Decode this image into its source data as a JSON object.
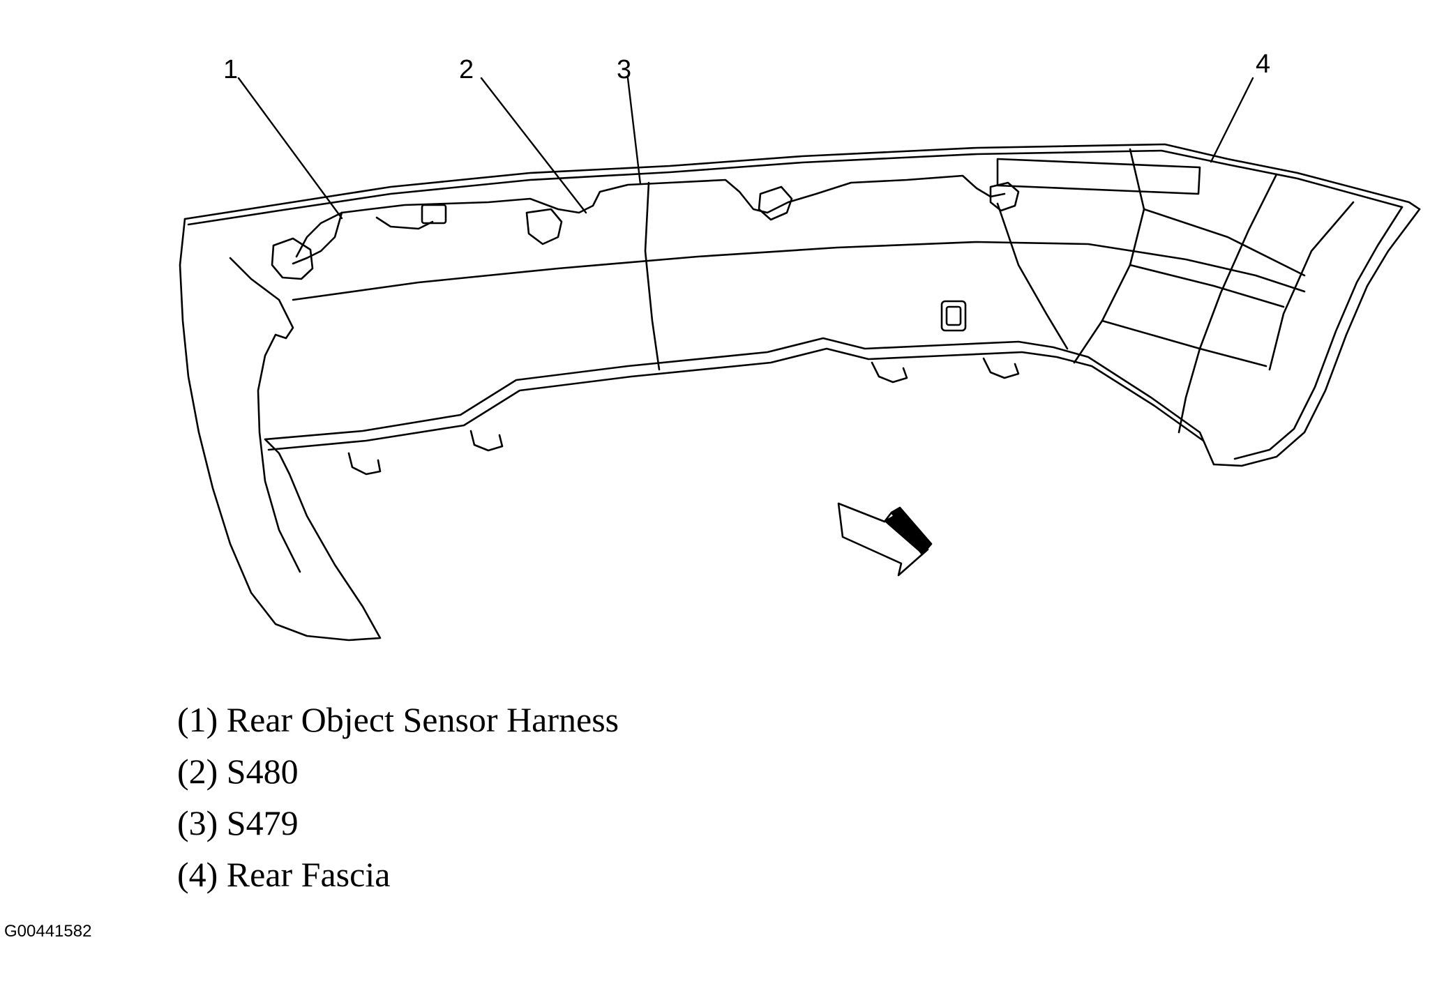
{
  "callouts": [
    {
      "number": "1"
    },
    {
      "number": "2"
    },
    {
      "number": "3"
    },
    {
      "number": "4"
    }
  ],
  "legend": [
    {
      "text": "(1) Rear Object Sensor Harness"
    },
    {
      "text": "(2) S480"
    },
    {
      "text": "(3) S479"
    },
    {
      "text": "(4) Rear Fascia"
    }
  ],
  "figure_id": "G00441582"
}
